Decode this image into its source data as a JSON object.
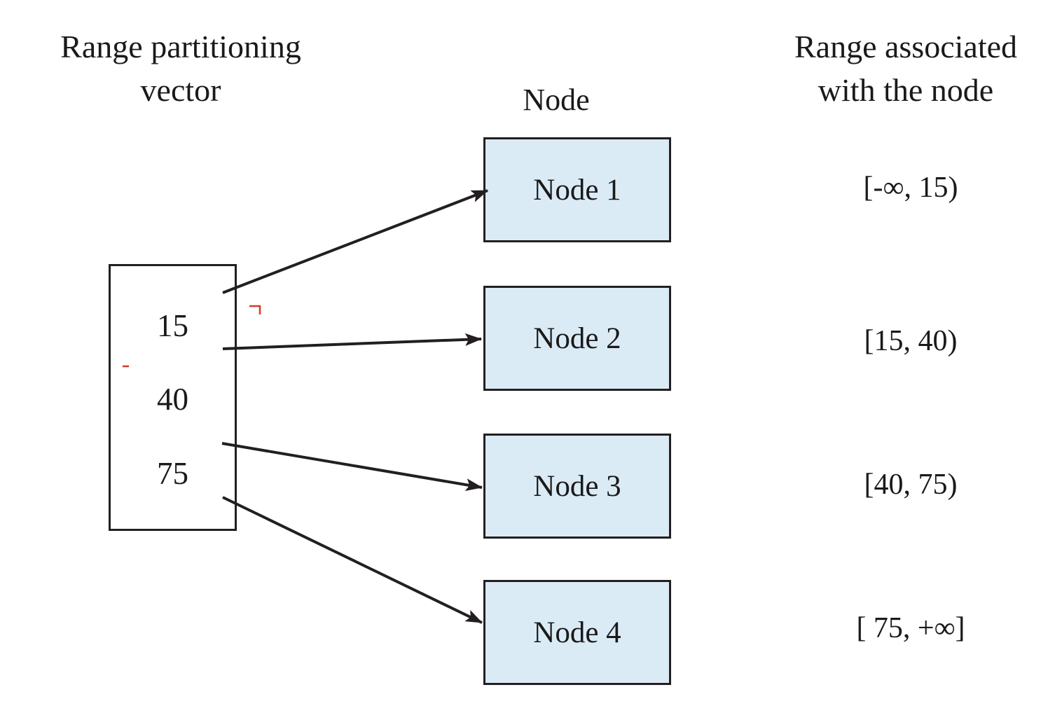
{
  "diagram": {
    "left_header": {
      "line1": "Range partitioning",
      "line2": "vector"
    },
    "node_header": "Node",
    "right_header": {
      "line1": "Range associated",
      "line2": "with the node"
    },
    "vector_values": [
      "15",
      "40",
      "75"
    ],
    "nodes": [
      {
        "label": "Node 1",
        "range": "[-∞, 15)"
      },
      {
        "label": "Node 2",
        "range": "[15, 40)"
      },
      {
        "label": "Node 3",
        "range": "[40, 75)"
      },
      {
        "label": "Node 4",
        "range": "[ 75, +∞]"
      }
    ],
    "colors": {
      "node_fill": "#dbebf6",
      "stroke": "#231f20",
      "red_mark": "#cf3b2a"
    }
  }
}
